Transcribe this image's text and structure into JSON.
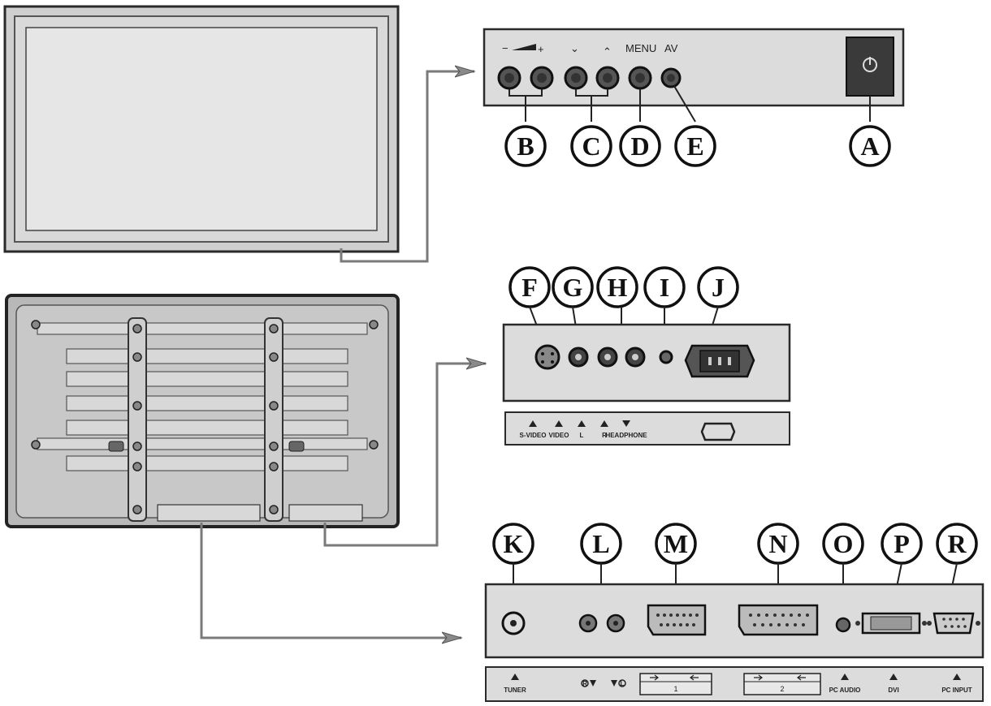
{
  "front_buttons": {
    "volume_minus": "−",
    "volume_plus": "+",
    "program_down": "⌄",
    "program_up": "⌃",
    "menu": "MENU",
    "av": "AV"
  },
  "side_port_labels": [
    "S-VIDEO",
    "VIDEO",
    "L",
    "R",
    "HEADPHONE"
  ],
  "bottom_port_labels": {
    "tuner": "TUNER",
    "audio_r": "R",
    "audio_l": "L",
    "scart1": "1",
    "scart2": "2",
    "pc_audio": "PC AUDIO",
    "dvi": "DVI",
    "pc_input": "PC INPUT"
  },
  "callouts": {
    "A": "A",
    "B": "B",
    "C": "C",
    "D": "D",
    "E": "E",
    "F": "F",
    "G": "G",
    "H": "H",
    "I": "I",
    "J": "J",
    "K": "K",
    "L": "L",
    "M": "M",
    "N": "N",
    "O": "O",
    "P": "P",
    "R": "R"
  },
  "colors": {
    "panel": "#dcdcdc",
    "stroke": "#2a2a2a",
    "tv_screen": "#e4e4e4",
    "tv_back": "#bdbdbd",
    "arrow": "#7a7a7a"
  }
}
